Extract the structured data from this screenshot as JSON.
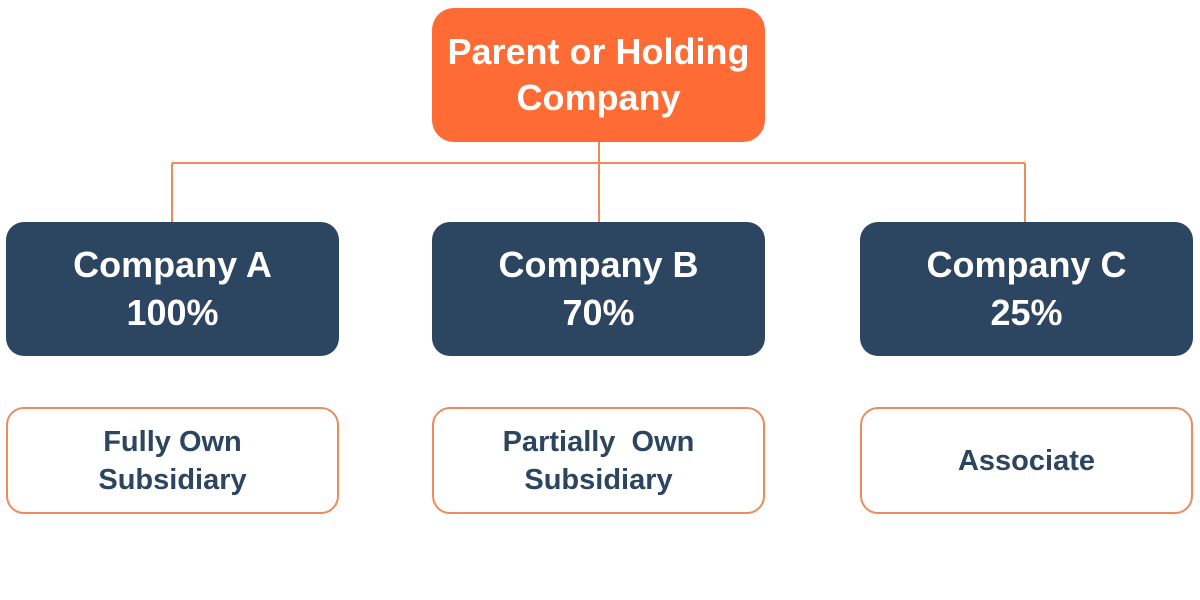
{
  "colors": {
    "parent_fill": "#ff6b35",
    "company_fill": "#2c4560",
    "type_border": "#f08a5d",
    "connector": "#f08a5d",
    "company_text": "#ffffff",
    "type_text": "#2c4560"
  },
  "parent": {
    "line1": "Parent or Holding",
    "line2": "Company"
  },
  "companies": [
    {
      "name": "Company A",
      "stake": "100%",
      "type_line1": "Fully Own",
      "type_line2": "Subsidiary"
    },
    {
      "name": "Company B",
      "stake": "70%",
      "type_line1": "Partially  Own",
      "type_line2": "Subsidiary"
    },
    {
      "name": "Company C",
      "stake": "25%",
      "type_line1": "Associate",
      "type_line2": ""
    }
  ]
}
